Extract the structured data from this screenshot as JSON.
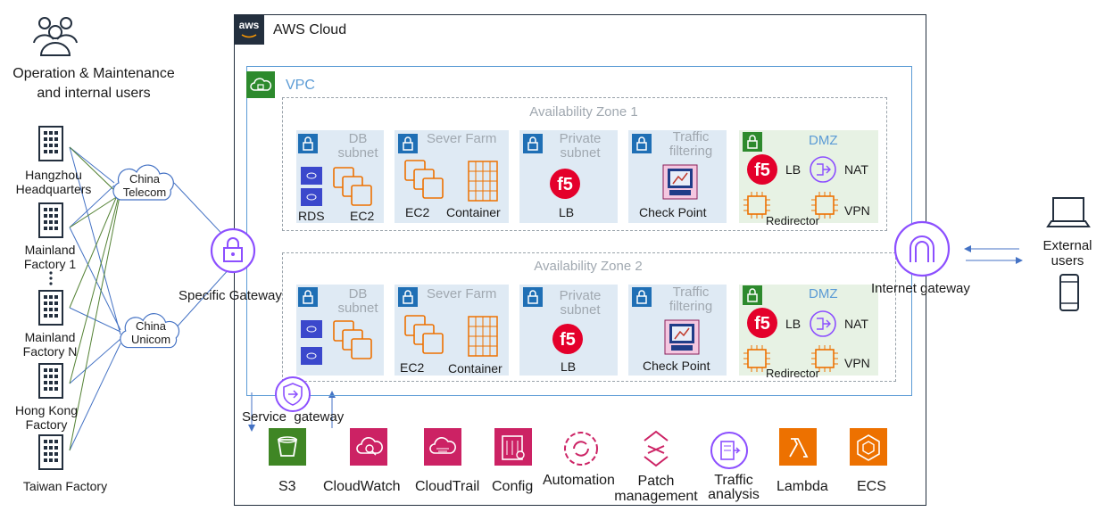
{
  "left": {
    "users_label_line1": "Operation & Maintenance",
    "users_label_line2": "and internal users",
    "sites": [
      {
        "line1": "Hangzhou",
        "line2": "Headquarters"
      },
      {
        "line1": "Mainland",
        "line2": "Factory 1"
      },
      {
        "line1": "Mainland",
        "line2": "Factory N"
      },
      {
        "line1": "Hong Kong",
        "line2": "Factory"
      },
      {
        "line1": "Taiwan Factory",
        "line2": ""
      }
    ],
    "telecom_line1": "China",
    "telecom_line2": "Telecom",
    "unicom_line1": "China",
    "unicom_line2": "Unicom",
    "specific_gateway": "Specific Gateway",
    "service_gateway": "Service  gateway"
  },
  "cloud": {
    "aws_logo": "aws",
    "title": "AWS Cloud",
    "vpc": "VPC",
    "zones": [
      {
        "title": "Availability Zone 1",
        "db_subnet_l1": "DB",
        "db_subnet_l2": "subnet",
        "rds": "RDS",
        "db_ec2": "EC2",
        "farm_title": "Sever Farm",
        "farm_ec2": "EC2",
        "farm_container": "Container",
        "private_l1": "Private",
        "private_l2": "subnet",
        "private_lb": "LB",
        "traffic_l1": "Traffic",
        "traffic_l2": "filtering",
        "checkpoint": "Check Point",
        "dmz": "DMZ",
        "dmz_lb": "LB",
        "dmz_nat": "NAT",
        "dmz_redirector": "Redirector",
        "dmz_vpn": "VPN"
      },
      {
        "title": "Availability Zone 2",
        "db_subnet_l1": "DB",
        "db_subnet_l2": "subnet",
        "rds": "",
        "db_ec2": "",
        "farm_title": "Sever Farm",
        "farm_ec2": "EC2",
        "farm_container": "Container",
        "private_l1": "Private",
        "private_l2": "subnet",
        "private_lb": "LB",
        "traffic_l1": "Traffic",
        "traffic_l2": "filtering",
        "checkpoint": "Check Point",
        "dmz": "DMZ",
        "dmz_lb": "LB",
        "dmz_nat": "NAT",
        "dmz_redirector": "Redirector",
        "dmz_vpn": "VPN"
      }
    ],
    "services": [
      {
        "label": "S3",
        "color": "#3f8624",
        "icon": "bucket-icon"
      },
      {
        "label": "CloudWatch",
        "color": "#cc2264",
        "icon": "cloudwatch-icon"
      },
      {
        "label": "CloudTrail",
        "color": "#cc2264",
        "icon": "cloudtrail-icon"
      },
      {
        "label": "Config",
        "color": "#cc2264",
        "icon": "config-icon"
      },
      {
        "label": "Automation",
        "color": "#cc2264",
        "icon": "automation-icon"
      },
      {
        "label": "Patch",
        "label2": "management",
        "color": "#cc2264",
        "icon": "patch-icon"
      },
      {
        "label": "Traffic",
        "label2": "analysis",
        "color": "#8c4fff",
        "icon": "traffic-analysis-icon"
      },
      {
        "label": "Lambda",
        "color": "#ed7100",
        "icon": "lambda-icon"
      },
      {
        "label": "ECS",
        "color": "#ed7100",
        "icon": "ecs-icon"
      }
    ]
  },
  "right": {
    "internet_gateway": "Internet gateway",
    "external_l1": "External",
    "external_l2": "users"
  },
  "colors": {
    "aws_orange": "#ed7100",
    "subnet_blue": "#1f6fb5",
    "vpc_green": "#2d8a2d",
    "gateway_purple": "#8c4fff",
    "f5_red": "#e4002b",
    "line_blue": "#4472c4",
    "line_green": "#548235"
  }
}
